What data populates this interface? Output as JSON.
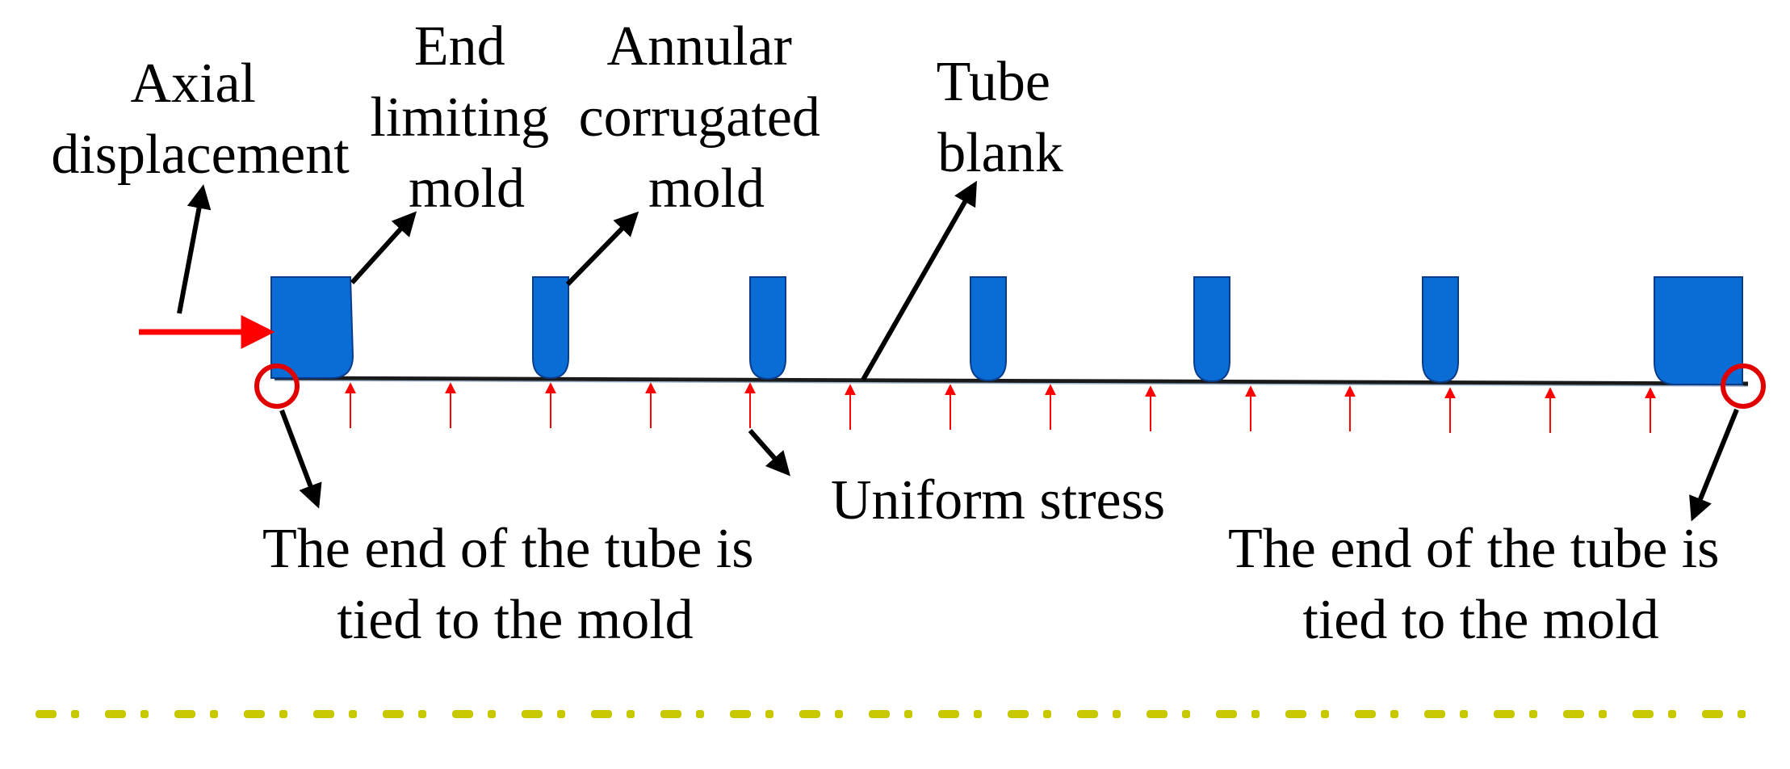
{
  "labels": {
    "axial_line1": "Axial",
    "axial_line2": "displacement",
    "end_mold_line1": "End",
    "end_mold_line2": "limiting",
    "end_mold_line3": "mold",
    "annular_line1": "Annular",
    "annular_line2": "corrugated",
    "annular_line3": "mold",
    "tube_line1": "Tube",
    "tube_line2": "blank",
    "uniform_stress": "Uniform stress",
    "tie_left_line1": "The end of the tube is",
    "tie_left_line2": "tied to the mold",
    "tie_right_line1": "The end of the tube is",
    "tie_right_line2": "tied to the mold"
  },
  "colors": {
    "mold_fill": "#0A6DD6",
    "mold_stroke": "#0A3C8C",
    "load_arrow": "#FF0000",
    "tie_circle": "#E00000",
    "leader_arrow": "#000000",
    "tube": "#1A1A1A",
    "dashed_line": "#C8C800"
  }
}
